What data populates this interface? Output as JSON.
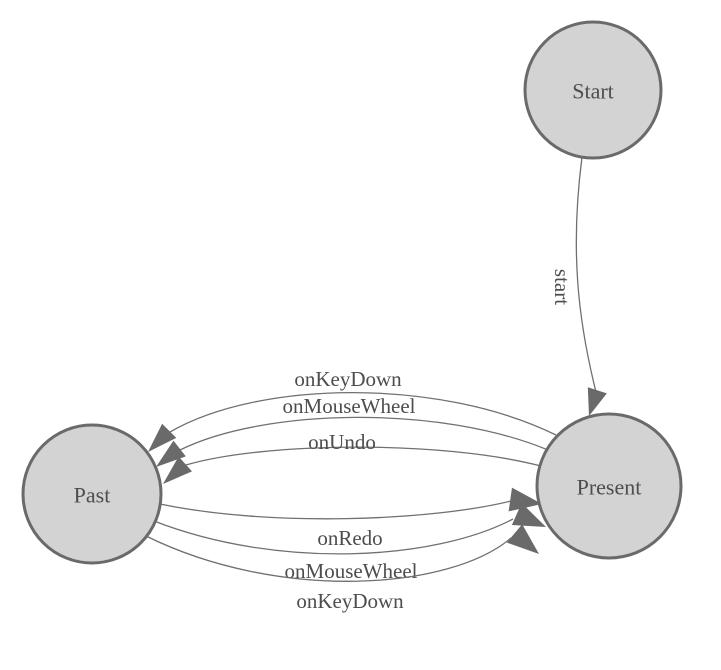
{
  "diagram": {
    "type": "state-machine",
    "nodes": [
      {
        "id": "start",
        "label": "Start"
      },
      {
        "id": "present",
        "label": "Present"
      },
      {
        "id": "past",
        "label": "Past"
      }
    ],
    "edges": [
      {
        "id": "start-transition",
        "label": "start",
        "from": "Start",
        "to": "Present"
      },
      {
        "id": "onkeydown-to-past",
        "label": "onKeyDown",
        "from": "Present",
        "to": "Past"
      },
      {
        "id": "onmousewheel-to-past",
        "label": "onMouseWheel",
        "from": "Present",
        "to": "Past"
      },
      {
        "id": "onundo-to-past",
        "label": "onUndo",
        "from": "Present",
        "to": "Past"
      },
      {
        "id": "onredo-to-present",
        "label": "onRedo",
        "from": "Past",
        "to": "Present"
      },
      {
        "id": "onmousewheel-to-present",
        "label": "onMouseWheel",
        "from": "Past",
        "to": "Present"
      },
      {
        "id": "onkeydown-to-present",
        "label": "onKeyDown",
        "from": "Past",
        "to": "Present"
      }
    ]
  },
  "colors": {
    "background": "#ffffff",
    "node_fill": "#d3d3d3",
    "node_stroke": "#6a6a6a",
    "link_line": "#707070",
    "arrow_fill": "#6a6a6a",
    "label_text": "#4d4d4d"
  }
}
